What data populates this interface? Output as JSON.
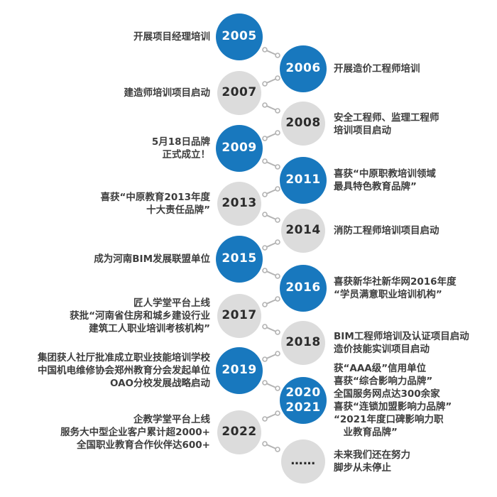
{
  "page": {
    "background": "#ffffff"
  },
  "colors": {
    "node_blue": "#1878be",
    "node_gray": "#dcdcdc",
    "year_on_blue": "#ffffff",
    "year_on_gray": "#2b2b2b",
    "label_text": "#3d3d3d",
    "connector": "#b3b3b3"
  },
  "timeline": {
    "events": [
      {
        "year": "2005",
        "side": "left",
        "color": "blue",
        "label": "开展项目经理培训"
      },
      {
        "year": "2006",
        "side": "right",
        "color": "blue",
        "label": "开展造价工程师培训"
      },
      {
        "year": "2007",
        "side": "left",
        "color": "gray",
        "label": "建造师培训项目启动"
      },
      {
        "year": "2008",
        "side": "right",
        "color": "gray",
        "label": "安全工程师、监理工程师\n培训项目启动"
      },
      {
        "year": "2009",
        "side": "left",
        "color": "blue",
        "label": "5月18日品牌\n正式成立！"
      },
      {
        "year": "2011",
        "side": "right",
        "color": "blue",
        "label": "喜获“中原职教培训领域\n最具特色教育品牌”"
      },
      {
        "year": "2013",
        "side": "left",
        "color": "gray",
        "label": "喜获“中原教育2013年度\n十大责任品牌”"
      },
      {
        "year": "2014",
        "side": "right",
        "color": "gray",
        "label": "消防工程师培训项目启动"
      },
      {
        "year": "2015",
        "side": "left",
        "color": "blue",
        "label": "成为河南BIM发展联盟单位"
      },
      {
        "year": "2016",
        "side": "right",
        "color": "blue",
        "label": "喜获新华社新华网2016年度\n“学员满意职业培训机构”"
      },
      {
        "year": "2017",
        "side": "left",
        "color": "gray",
        "label": "匠人学堂平台上线\n获批“河南省住房和城乡建设行业\n建筑工人职业培训考核机构”"
      },
      {
        "year": "2018",
        "side": "right",
        "color": "gray",
        "label": "BIM工程师培训及认证项目启动\n造价技能实训项目启动"
      },
      {
        "year": "2019",
        "side": "left",
        "color": "blue",
        "label": "集团获人社厅批准成立职业技能培训学校\n中国机电维修协会郑州教育分会发起单位\nOAO分校发展战略启动"
      },
      {
        "year": "2020\n2021",
        "side": "right",
        "color": "blue",
        "label": "获“AAA级”信用单位\n喜获“综合影响力品牌”\n全国服务网点达300余家\n喜获“连锁加盟影响力品牌”\n“2021年度口碑影响力职\n　业教育品牌”"
      },
      {
        "year": "2022",
        "side": "left",
        "color": "gray",
        "label": "企教学堂平台上线\n服务大中型企业客户累计超2000+\n全国职业教育合作伙伴达600+"
      },
      {
        "year": "……",
        "side": "right",
        "color": "gray",
        "label": "未来我们还在努力\n脚步从未停止"
      }
    ]
  }
}
